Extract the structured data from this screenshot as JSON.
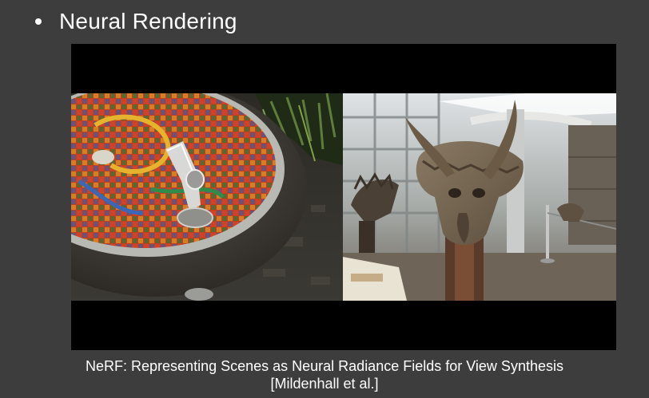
{
  "slide": {
    "bullet_title": "Neural Rendering",
    "caption_line1": "NeRF: Representing Scenes as Neural Radiance Fields for View Synthesis",
    "caption_line2": "[Mildenhall et al.]"
  },
  "colors": {
    "background": "#3d3d3d",
    "video_background": "#000000",
    "text": "#ffffff"
  },
  "video": {
    "left_panel_subject": "mosaic drinking fountain",
    "right_panel_subject": "triceratops skull museum exhibit"
  }
}
